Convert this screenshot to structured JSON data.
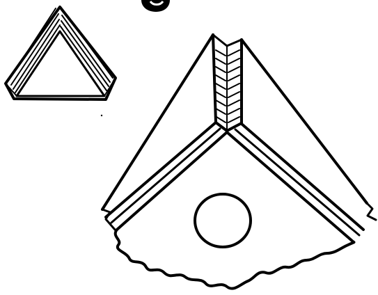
{
  "illustration": {
    "ink_color": "#000000",
    "background_color": "#ffffff",
    "parts": [
      "folded-triangle-icon",
      "paper-house-illustration",
      "round-window",
      "torn-edge",
      "roof-ridge-hatching"
    ]
  }
}
